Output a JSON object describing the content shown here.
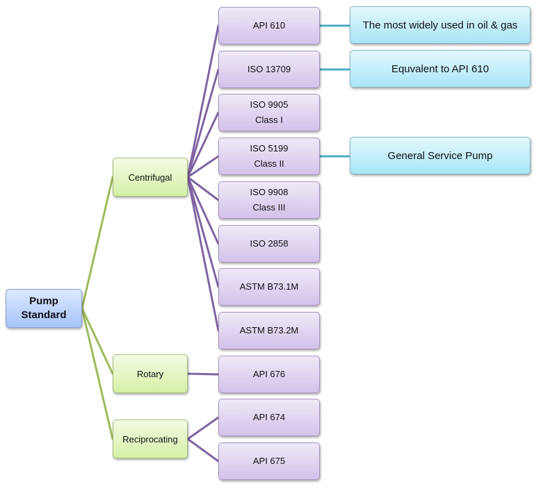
{
  "colors": {
    "root_to_category_line": "#9bbb59",
    "category_to_standard_line": "#8064a2",
    "standard_to_note_line": "#4bacc6"
  },
  "root": {
    "label": "Pump\nStandard",
    "lines": [
      "Pump",
      "Standard"
    ]
  },
  "categories": [
    {
      "id": "centrifugal",
      "label": "Centrifugal",
      "standards": [
        {
          "lines": [
            "API 610"
          ],
          "note": "The most widely used in oil & gas"
        },
        {
          "lines": [
            "ISO 13709"
          ],
          "note": "Equvalent to API 610"
        },
        {
          "lines": [
            "ISO 9905",
            "Class I"
          ]
        },
        {
          "lines": [
            "ISO 5199",
            "Class II"
          ],
          "note": "General Service Pump"
        },
        {
          "lines": [
            "ISO 9908",
            "Class III"
          ]
        },
        {
          "lines": [
            "ISO 2858"
          ]
        },
        {
          "lines": [
            "ASTM B73.1M"
          ]
        },
        {
          "lines": [
            "ASTM B73.2M"
          ]
        }
      ]
    },
    {
      "id": "rotary",
      "label": "Rotary",
      "standards": [
        {
          "lines": [
            "API 676"
          ]
        }
      ]
    },
    {
      "id": "reciprocating",
      "label": "Reciprocating",
      "standards": [
        {
          "lines": [
            "API 674"
          ]
        },
        {
          "lines": [
            "API 675"
          ]
        }
      ]
    }
  ]
}
